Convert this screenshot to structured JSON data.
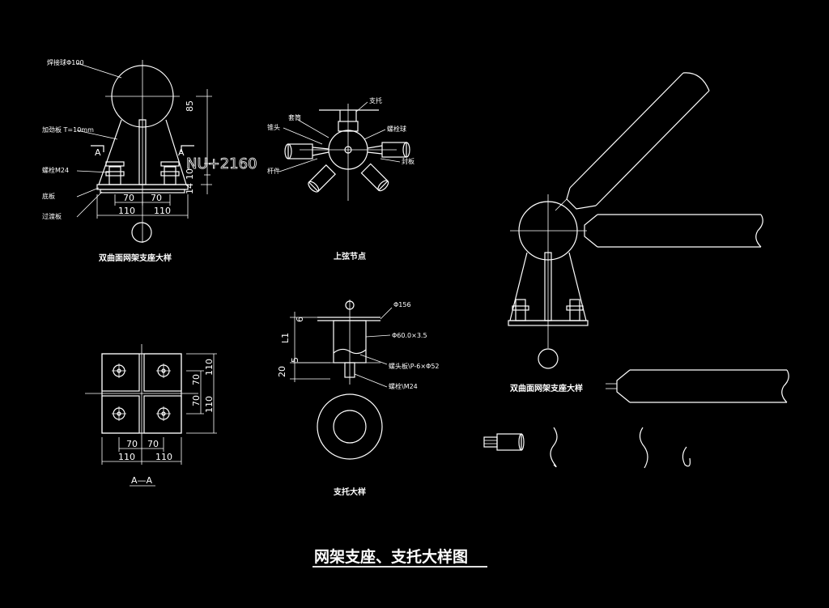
{
  "drawing_title": "网架支座、支托大样图",
  "captions": {
    "support_detail_left": "双曲面网架支座大样",
    "upper_chord_node": "上弦节点",
    "section_aa": "A—A",
    "bracket_detail": "支托大样",
    "support_detail_right": "双曲面网架支座大样"
  },
  "stamp_text": "NU+2160",
  "support_labels": {
    "ball": "焊接球Φ100",
    "rib_plate": "加劲板 T=10mm",
    "bolt": "螺栓M24",
    "base_plate": "底板",
    "transition_plate": "过渡板",
    "section_mark": "A"
  },
  "support_dims": {
    "height_top": "85",
    "height_mid": "10",
    "height_bot": "14",
    "inner_70_left": "70",
    "inner_70_right": "70",
    "outer_110_left": "110",
    "outer_110_right": "110"
  },
  "node_labels": {
    "bracket": "支托",
    "cone": "锥头",
    "sleeve": "套筒",
    "bolt_ball": "螺栓球",
    "bar": "杆件",
    "seal": "封板"
  },
  "section_dims": {
    "h_70_left": "70",
    "h_70_right": "70",
    "h_110_left": "110",
    "h_110_right": "110",
    "v_110_top": "110",
    "v_70_top": "70",
    "v_70_bot": "70",
    "v_110_bot": "110"
  },
  "bracket_labels": {
    "phi": "Φ156",
    "pipe": "Φ60.0×3.5",
    "plate": "螺头板\\P-6×Φ52",
    "bolt": "螺栓\\M24",
    "dim_6": "6",
    "dim_l1": "L1",
    "dim_5": "5",
    "dim_20": "20"
  }
}
